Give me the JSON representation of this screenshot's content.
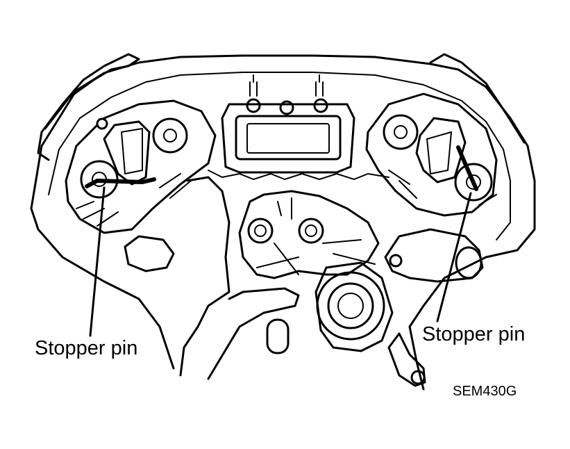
{
  "labels": {
    "stopper_pin_left": "Stopper pin",
    "stopper_pin_right": "Stopper pin"
  },
  "figure_code": "SEM430G",
  "colors": {
    "line": "#000000",
    "background": "#ffffff"
  }
}
